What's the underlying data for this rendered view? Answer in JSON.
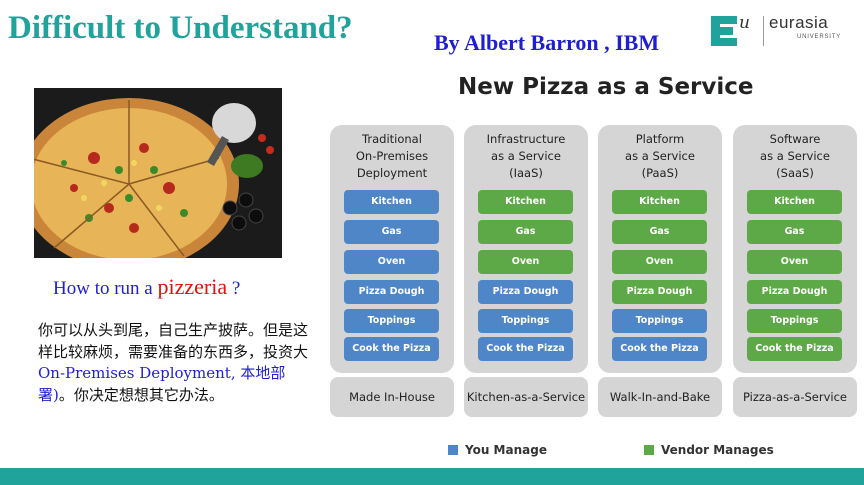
{
  "title": "Difficult to Understand?",
  "author": "By Albert Barron , IBM",
  "logo": {
    "name": "eurasia",
    "sub": "UNIVERSITY",
    "icon": "eurasia-logo-mark"
  },
  "subtitle": {
    "prefix": "How to run a ",
    "highlight": "pizzeria",
    "suffix": " ?"
  },
  "description": {
    "part1": "你可以从头到尾，自己生产披萨。但是这样比较麻烦，需要准备的东西多，投资大",
    "part2": "On-Premises Deployment, 本地部署)",
    "part3": "。你决定想想其它办法。"
  },
  "diagram": {
    "heading": "New Pizza as a Service",
    "columns": [
      {
        "head": [
          "Traditional",
          "On-Premises",
          "Deployment"
        ],
        "items": [
          {
            "label": "Kitchen",
            "owner": "you"
          },
          {
            "label": "Gas",
            "owner": "you"
          },
          {
            "label": "Oven",
            "owner": "you"
          },
          {
            "label": "Pizza Dough",
            "owner": "you"
          },
          {
            "label": "Toppings",
            "owner": "you"
          },
          {
            "label": "Cook the Pizza",
            "owner": "you"
          }
        ],
        "footer": "Made In-House"
      },
      {
        "head": [
          "Infrastructure",
          "as a Service",
          "(IaaS)"
        ],
        "items": [
          {
            "label": "Kitchen",
            "owner": "vendor"
          },
          {
            "label": "Gas",
            "owner": "vendor"
          },
          {
            "label": "Oven",
            "owner": "vendor"
          },
          {
            "label": "Pizza Dough",
            "owner": "you"
          },
          {
            "label": "Toppings",
            "owner": "you"
          },
          {
            "label": "Cook the Pizza",
            "owner": "you"
          }
        ],
        "footer": "Kitchen-as-a-Service"
      },
      {
        "head": [
          "Platform",
          "as a Service",
          "(PaaS)"
        ],
        "items": [
          {
            "label": "Kitchen",
            "owner": "vendor"
          },
          {
            "label": "Gas",
            "owner": "vendor"
          },
          {
            "label": "Oven",
            "owner": "vendor"
          },
          {
            "label": "Pizza Dough",
            "owner": "vendor"
          },
          {
            "label": "Toppings",
            "owner": "you"
          },
          {
            "label": "Cook the Pizza",
            "owner": "you"
          }
        ],
        "footer": "Walk-In-and-Bake"
      },
      {
        "head": [
          "Software",
          "as a Service",
          "(SaaS)"
        ],
        "items": [
          {
            "label": "Kitchen",
            "owner": "vendor"
          },
          {
            "label": "Gas",
            "owner": "vendor"
          },
          {
            "label": "Oven",
            "owner": "vendor"
          },
          {
            "label": "Pizza Dough",
            "owner": "vendor"
          },
          {
            "label": "Toppings",
            "owner": "vendor"
          },
          {
            "label": "Cook the Pizza",
            "owner": "vendor"
          }
        ],
        "footer": "Pizza-as-a-Service"
      }
    ],
    "legend": {
      "you": {
        "label": "You Manage",
        "color": "#4f86c8"
      },
      "vendor": {
        "label": "Vendor Manages",
        "color": "#5ea947"
      }
    }
  },
  "colors": {
    "accent": "#1fa39a",
    "title_blue": "#1f1fd0",
    "highlight_red": "#e01010"
  }
}
